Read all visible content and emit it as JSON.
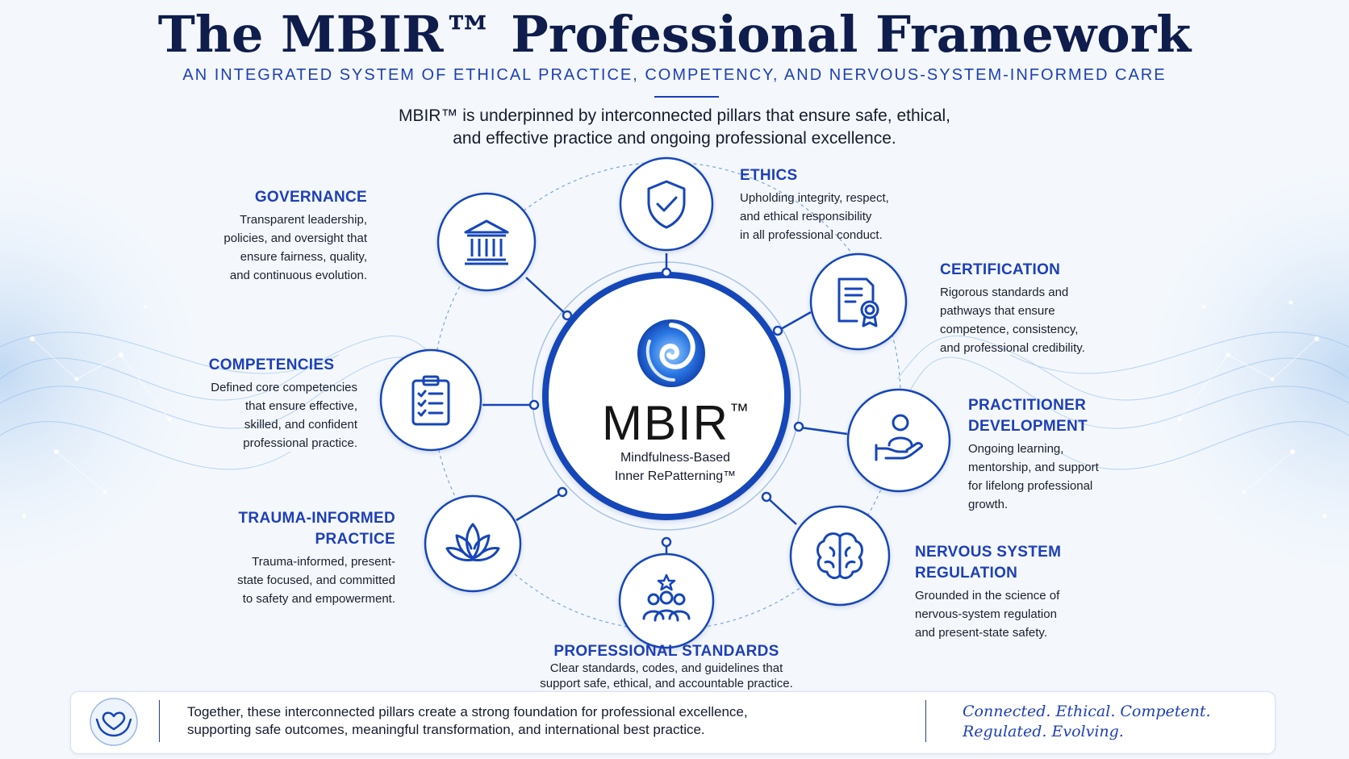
{
  "header": {
    "title": "The MBIR™ Professional Framework",
    "subtitle": "AN INTEGRATED SYSTEM OF ETHICAL PRACTICE, COMPETENCY, AND NERVOUS-SYSTEM-INFORMED CARE",
    "intro_line1": "MBIR™ is underpinned by interconnected pillars that ensure safe, ethical,",
    "intro_line2": "and effective practice and ongoing professional excellence."
  },
  "center": {
    "title": "MBIR",
    "tm": "™",
    "subtitle_line1": "Mindfulness-Based",
    "subtitle_line2": "Inner RePatterning™"
  },
  "pillars": {
    "governance": {
      "icon": "institution-icon",
      "title": "GOVERNANCE",
      "lines": [
        "Transparent leadership,",
        "policies, and oversight that",
        "ensure fairness, quality,",
        "and continuous evolution."
      ]
    },
    "ethics": {
      "icon": "shield-check-icon",
      "title": "ETHICS",
      "lines": [
        "Upholding integrity, respect,",
        "and ethical responsibility",
        "in all professional conduct."
      ]
    },
    "certification": {
      "icon": "certificate-icon",
      "title": "CERTIFICATION",
      "lines": [
        "Rigorous standards and",
        "pathways that ensure",
        "competence, consistency,",
        "and professional credibility."
      ]
    },
    "competencies": {
      "icon": "checklist-icon",
      "title": "COMPETENCIES",
      "lines": [
        "Defined core competencies",
        "that ensure effective,",
        "skilled, and confident",
        "professional practice."
      ]
    },
    "practitioner_development": {
      "icon": "hand-person-icon",
      "title_line1": "PRACTITIONER",
      "title_line2": "DEVELOPMENT",
      "lines": [
        "Ongoing learning,",
        "mentorship, and support",
        "for lifelong professional",
        "growth."
      ]
    },
    "trauma_informed": {
      "icon": "lotus-icon",
      "title_line1": "TRAUMA-INFORMED",
      "title_line2": "PRACTICE",
      "lines": [
        "Trauma-informed, present-",
        "state focused, and committed",
        "to safety and empowerment."
      ]
    },
    "nervous_system": {
      "icon": "brain-icon",
      "title_line1": "NERVOUS SYSTEM",
      "title_line2": "REGULATION",
      "lines": [
        "Grounded in the science of",
        "nervous-system regulation",
        "and present-state safety."
      ]
    },
    "professional_standards": {
      "icon": "group-star-icon",
      "title": "PROFESSIONAL STANDARDS",
      "lines": [
        "Clear standards, codes, and guidelines that",
        "support safe, ethical, and accountable practice."
      ]
    }
  },
  "footer": {
    "icon": "heart-hands-icon",
    "text_line1": "Together, these interconnected pillars create a strong foundation for professional excellence,",
    "text_line2": "supporting safe outcomes, meaningful transformation, and international best practice.",
    "tagline_line1": "Connected. Ethical. Competent.",
    "tagline_line2": "Regulated. Evolving."
  },
  "colors": {
    "accent": "#1d3fb8",
    "navy": "#0f1d4d",
    "ring": "#1646b8",
    "background": "#f4f8fd"
  }
}
